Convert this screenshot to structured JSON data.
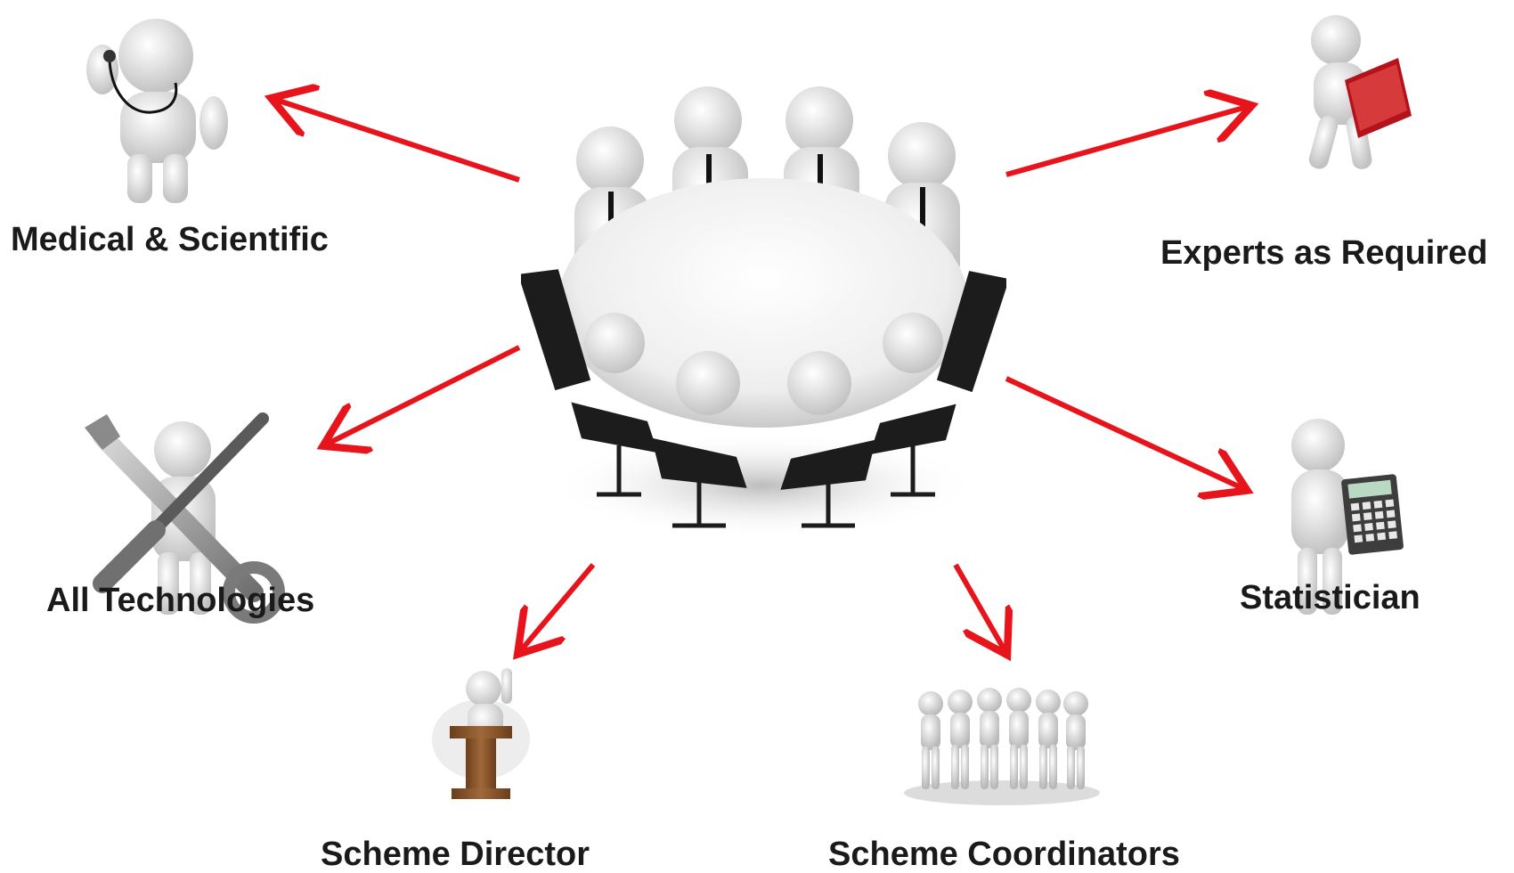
{
  "center": {
    "icon": "meeting-table-icon"
  },
  "roles": [
    {
      "id": "medical",
      "label": "Medical & Scientific",
      "icon": "doctor-stethoscope-icon"
    },
    {
      "id": "experts",
      "label": "Experts as Required",
      "icon": "reading-book-icon"
    },
    {
      "id": "tech",
      "label": "All Technologies",
      "icon": "wrench-screwdriver-icon"
    },
    {
      "id": "statistician",
      "label": "Statistician",
      "icon": "calculator-icon"
    },
    {
      "id": "director",
      "label": "Scheme Director",
      "icon": "podium-speaker-icon"
    },
    {
      "id": "coordinators",
      "label": "Scheme Coordinators",
      "icon": "group-people-icon"
    }
  ],
  "colors": {
    "arrow": "#e8141b",
    "figure": "#e9e9e9",
    "figure_shade": "#c8c8c8",
    "chair": "#1c1c1c",
    "book": "#b5121b",
    "podium": "#8b5a2b",
    "label": "#1a1a1a"
  }
}
